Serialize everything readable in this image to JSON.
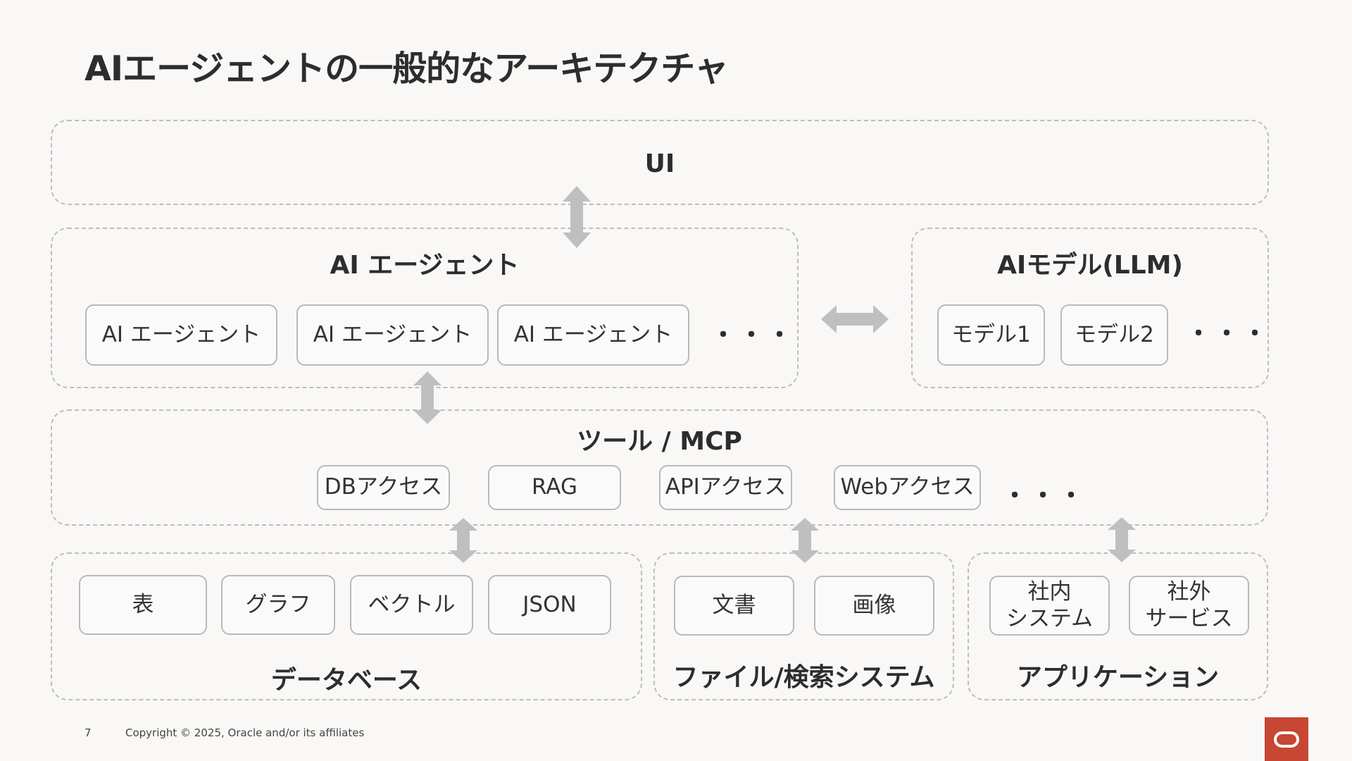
{
  "title": "AIエージェントの一般的なアーキテクチャ",
  "ui_group": {
    "label": "UI"
  },
  "agent_group": {
    "label": "AI エージェント",
    "items": [
      "AI エージェント",
      "AI エージェント",
      "AI エージェント"
    ],
    "ellipsis": "・・・"
  },
  "model_group": {
    "label": "AIモデル(LLM)",
    "items": [
      "モデル1",
      "モデル2"
    ],
    "ellipsis": "・・・"
  },
  "tools_group": {
    "label": "ツール / MCP",
    "items": [
      "DBアクセス",
      "RAG",
      "APIアクセス",
      "Webアクセス"
    ],
    "ellipsis": "・・・"
  },
  "db_group": {
    "label": "データベース",
    "items": [
      "表",
      "グラフ",
      "ベクトル",
      "JSON"
    ]
  },
  "file_group": {
    "label": "ファイル/検索システム",
    "items": [
      "文書",
      "画像"
    ]
  },
  "app_group": {
    "label": "アプリケーション",
    "items": [
      "社内\nシステム",
      "社外\nサービス"
    ]
  },
  "footer": {
    "page_number": "7",
    "copyright": "Copyright © 2025, Oracle and/or its affiliates"
  },
  "colors": {
    "arrow": "#bfbfbf",
    "dashed_border": "#bdbdbd",
    "logo": "#c74634"
  }
}
